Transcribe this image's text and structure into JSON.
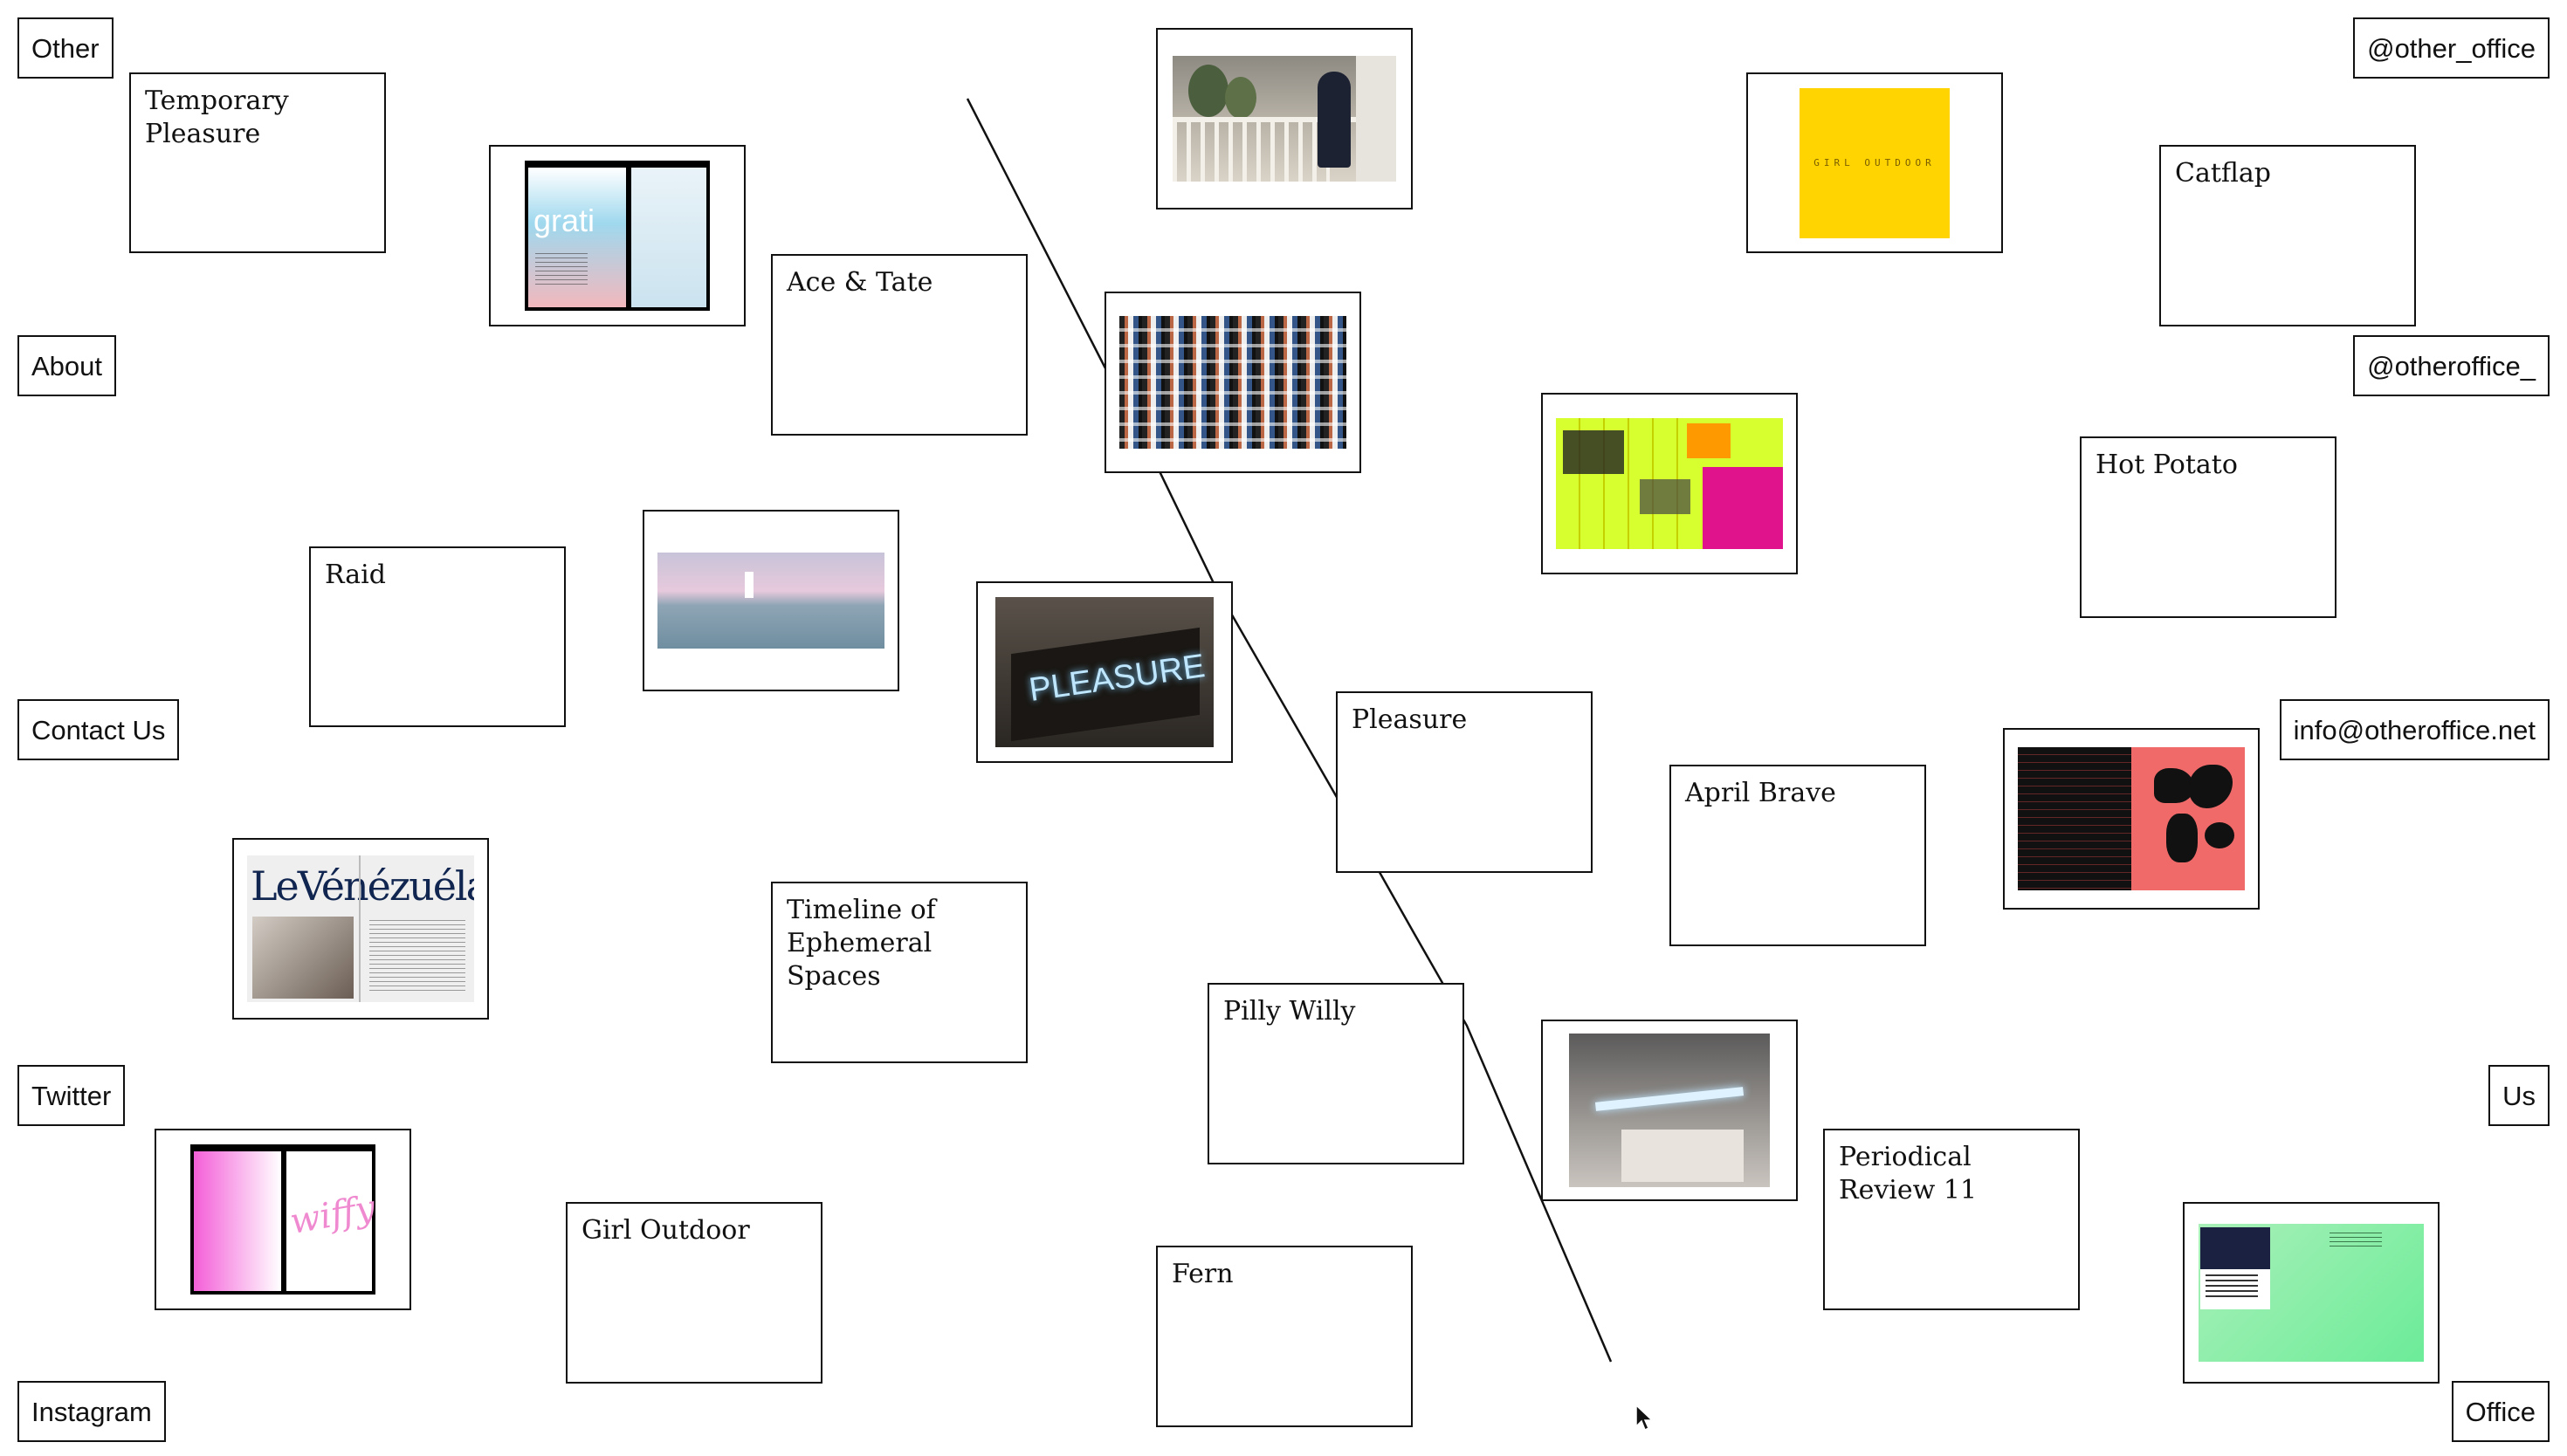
{
  "nav": {
    "other": "Other",
    "about": "About",
    "contact": "Contact Us",
    "twitter": "Twitter",
    "instagram": "Instagram",
    "handle1": "@other_office",
    "handle2": "@otheroffice_",
    "email": "info@otheroffice.net",
    "us": "Us",
    "office": "Office"
  },
  "projects": {
    "temporary_pleasure": "Temporary Pleasure",
    "ace_tate": "Ace & Tate",
    "catflap": "Catflap",
    "hot_potato": "Hot Potato",
    "raid": "Raid",
    "pleasure": "Pleasure",
    "april_brave": "April Brave",
    "timeline": "Timeline of Ephemeral Spaces",
    "pilly_willy": "Pilly Willy",
    "periodical": "Periodical Review 11",
    "girl_outdoor": "Girl Outdoor",
    "fern": "Fern"
  },
  "thumbnails": {
    "levenezuela_title": "LeVénézuéla",
    "pleasure_sign": "PLEASURE",
    "grati_title": "grati",
    "magazine_script": "wiffy",
    "girl_outdoor_letters": "GIRL OUTDOOR"
  },
  "colors": {
    "border": "#111111",
    "background": "#ffffff",
    "yellow": "#ffd400",
    "neon_green": "#d7ff2f",
    "magenta": "#e0138c",
    "coral": "#f06a6a",
    "mint": "#7ef0a0"
  }
}
